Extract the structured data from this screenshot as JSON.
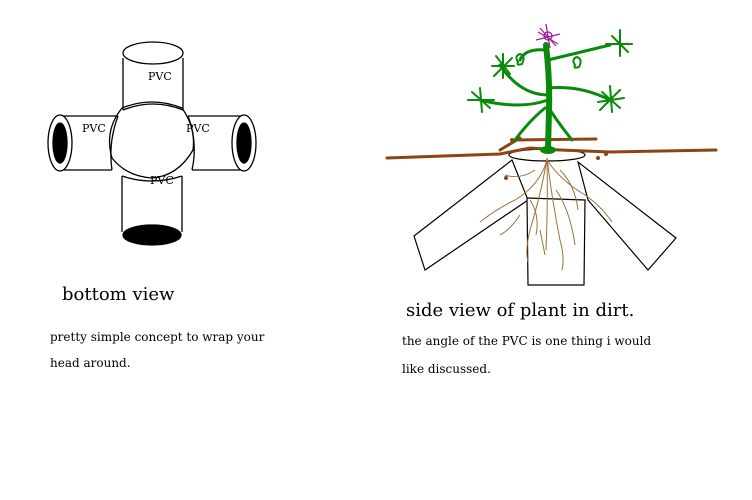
{
  "bottom_view": {
    "labels": {
      "top": "PVC",
      "left": "PVC",
      "right": "PVC",
      "bottom": "PVC"
    },
    "title": "bottom view",
    "desc_line1": "pretty simple concept to wrap your",
    "desc_line2": "head around."
  },
  "side_view": {
    "title": "side view of plant in dirt.",
    "desc_line1": "the angle of the PVC is one thing i would",
    "desc_line2": "like discussed."
  },
  "colors": {
    "outline": "#000000",
    "hole": "#000000",
    "plant": "#0a8a0a",
    "soil": "#8b4513",
    "roots": "#a0703a",
    "flower": "#a020a0"
  }
}
